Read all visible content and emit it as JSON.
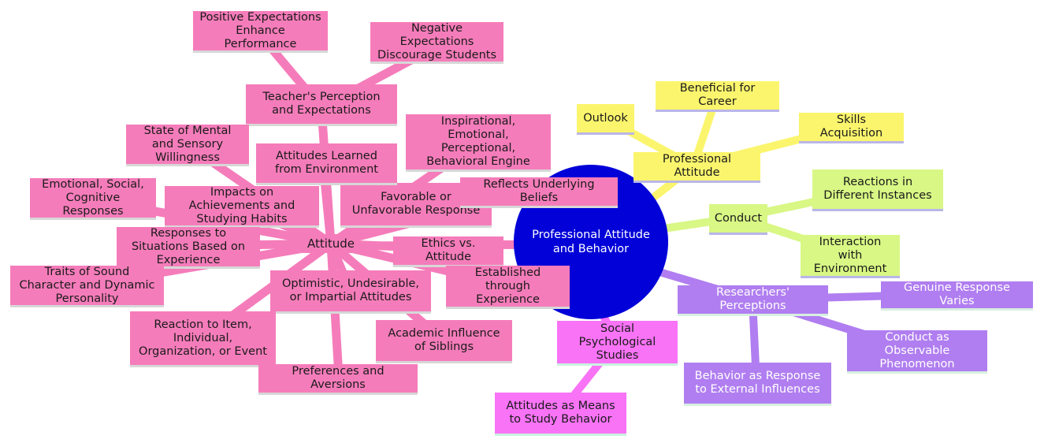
{
  "center": "Professional Attitude and Behavior",
  "attitude": {
    "label": "Attitude",
    "teachers": "Teacher's Perception and Expectations",
    "positive": "Positive Expectations Enhance Performance",
    "negative": "Negative Expectations Discourage Students",
    "mental_state": "State of Mental and Sensory Willingness",
    "learned_env": "Attitudes Learned from Environment",
    "engine": "Inspirational, Emotional, Perceptional, Behavioral Engine",
    "emotional_social": "Emotional, Social, Cognitive Responses",
    "impacts": "Impacts on Achievements and Studying Habits",
    "favorable": "Favorable or Unfavorable Response",
    "reflects": "Reflects Underlying Beliefs",
    "responses_situations": "Responses to Situations Based on Experience",
    "ethics": "Ethics vs. Attitude",
    "traits": "Traits of Sound Character and Dynamic Personality",
    "optimistic": "Optimistic, Undesirable, or Impartial Attitudes",
    "established": "Established through Experience",
    "reaction_item": "Reaction to Item, Individual, Organization, or Event",
    "siblings": "Academic Influence of Siblings",
    "preferences": "Preferences and Aversions"
  },
  "professional_attitude": {
    "label": "Professional Attitude",
    "outlook": "Outlook",
    "career": "Beneficial for Career",
    "skills": "Skills Acquisition"
  },
  "conduct": {
    "label": "Conduct",
    "reactions": "Reactions in Different Instances",
    "interaction": "Interaction with Environment"
  },
  "researchers": {
    "label": "Researchers' Perceptions",
    "genuine": "Genuine Response Varies",
    "observable": "Conduct as Observable Phenomenon",
    "external": "Behavior as Response to External Influences"
  },
  "social_psych": {
    "label": "Social Psychological Studies",
    "means": "Attitudes as Means to Study Behavior"
  },
  "colors": {
    "central": "#0101d8",
    "attitude_branch": "#f57cba",
    "professional_branch": "#fbf56d",
    "conduct_branch": "#d8f785",
    "researchers_branch": "#b07ef0",
    "social_branch": "#f873f6"
  }
}
